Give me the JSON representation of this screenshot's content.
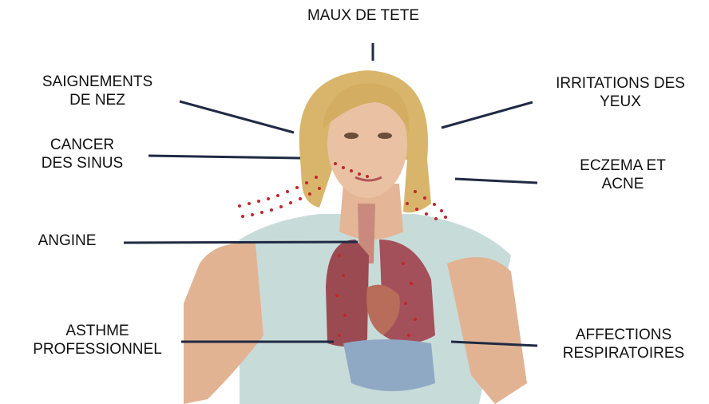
{
  "labels": {
    "headache": [
      "MAUX DE TETE"
    ],
    "nosebleeds": [
      "SAIGNEMENTS",
      "DE NEZ"
    ],
    "eye_irritation": [
      "IRRITATIONS DES",
      "YEUX"
    ],
    "sinus_cancer": [
      "CANCER",
      "DES SINUS"
    ],
    "eczema_acne": [
      "ECZEMA ET",
      "ACNE"
    ],
    "angina": [
      "ANGINE"
    ],
    "occupational_asthma": [
      "ASTHME",
      "PROFESSIONNEL"
    ],
    "respiratory_disorders": [
      "AFFECTIONS",
      "RESPIRATOIRES"
    ]
  },
  "colors": {
    "line": "#1f2a44",
    "dots": "#c0272d",
    "hair": "#d8b56a",
    "skin": "#e7b99a",
    "shirt": "#c7dcd8",
    "lung": "#9c4a52"
  }
}
